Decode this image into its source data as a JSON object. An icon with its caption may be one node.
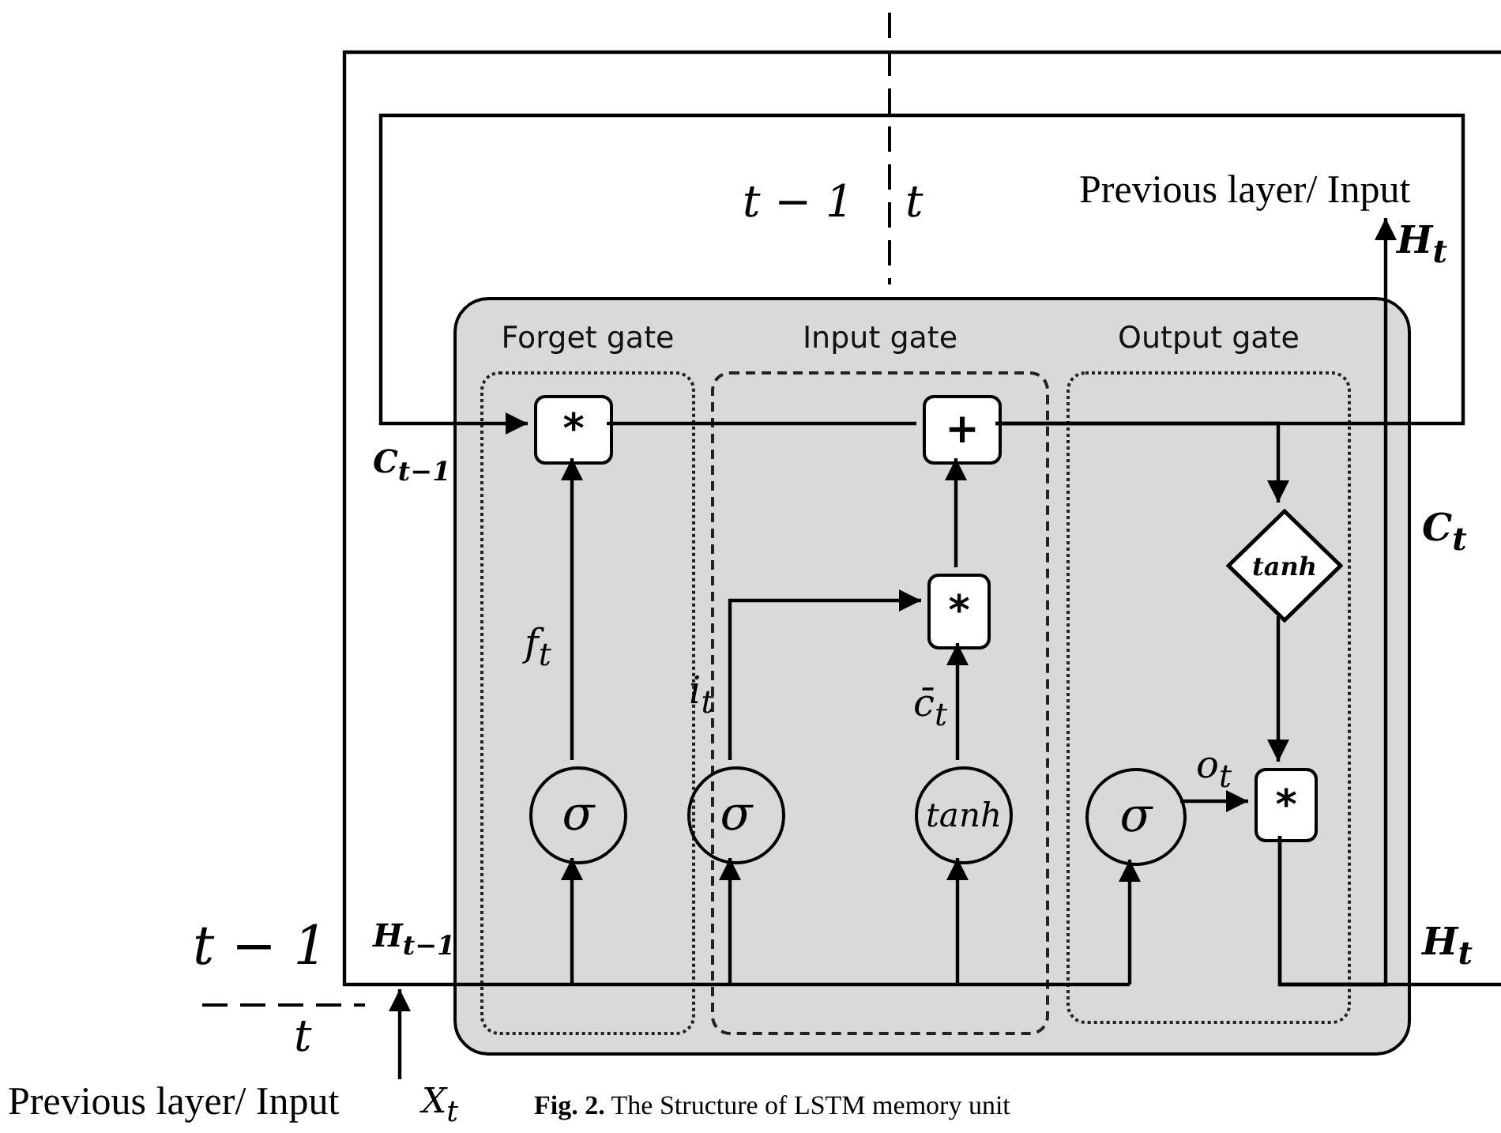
{
  "diagram": {
    "caption": "**Fig. 2.** The Structure of LSTM memory unit",
    "nodes": [
      {
        "text": [],
        "shape": "box"
      },
      {
        "text": [
          "Forget gate"
        ],
        "in": 0
      },
      {
        "text": [
          "Input gate"
        ],
        "in": 0
      },
      {
        "text": [
          "Output gate"
        ],
        "in": 0
      },
      {
        "text": [
          "*"
        ],
        "in": 1
      },
      {
        "text": [
          "σ"
        ],
        "in": 1
      },
      {
        "text": [
          "+"
        ],
        "in": 2
      },
      {
        "text": [
          "*"
        ],
        "in": 2
      },
      {
        "text": [
          "σ"
        ],
        "in": 2
      },
      {
        "text": [
          "tanh"
        ],
        "in": 2
      },
      {
        "text": [
          "tanh"
        ],
        "in": 3
      },
      {
        "text": [
          "σ"
        ],
        "in": 3
      },
      {
        "text": [
          "*"
        ],
        "in": 3
      },
      {
        "text": [
          "Previous layer/ Input"
        ],
        "beside": [
          "X$_{t}$"
        ]
      },
      {
        "text": [
          "Previous layer/ Input"
        ]
      }
    ],
    "edges": [
      {
        "from": 12,
        "to": 14,
        "arrow": "to"
      },
      {
        "from": 12,
        "to": null,
        "arrow": "none"
      },
      {
        "from": null,
        "to": 5,
        "arrow": "to"
      },
      {
        "from": null,
        "to": 8,
        "arrow": "to"
      },
      {
        "from": null,
        "to": 9,
        "arrow": "to"
      },
      {
        "from": null,
        "to": 11,
        "arrow": "to"
      },
      {
        "from": 13,
        "to": null,
        "arrow": "to"
      },
      {
        "from": 6,
        "to": 4,
        "arrow": "to"
      },
      {
        "from": 4,
        "to": 6,
        "arrow": "none"
      },
      {
        "from": 6,
        "to": 10,
        "arrow": "to"
      },
      {
        "from": 10,
        "to": 12,
        "arrow": "to"
      },
      {
        "from": 11,
        "to": 12,
        "arrow": "to",
        "label": "o$_{t}$"
      },
      {
        "from": 5,
        "to": 4,
        "arrow": "to",
        "label": "f$_{t}$"
      },
      {
        "from": 8,
        "to": 7,
        "arrow": "to",
        "label": "i$_{t}$"
      },
      {
        "from": 9,
        "to": 7,
        "arrow": "to",
        "label": "c̄$_{t}$"
      },
      {
        "from": 7,
        "to": 6,
        "arrow": "to"
      }
    ],
    "labels": [
      "t − 1",
      "t",
      "H$_{t}$",
      "C$_{t−1}$",
      "C$_{t}$",
      "t − 1",
      "H$_{t−1}$",
      "H$_{t}$",
      "t"
    ]
  }
}
